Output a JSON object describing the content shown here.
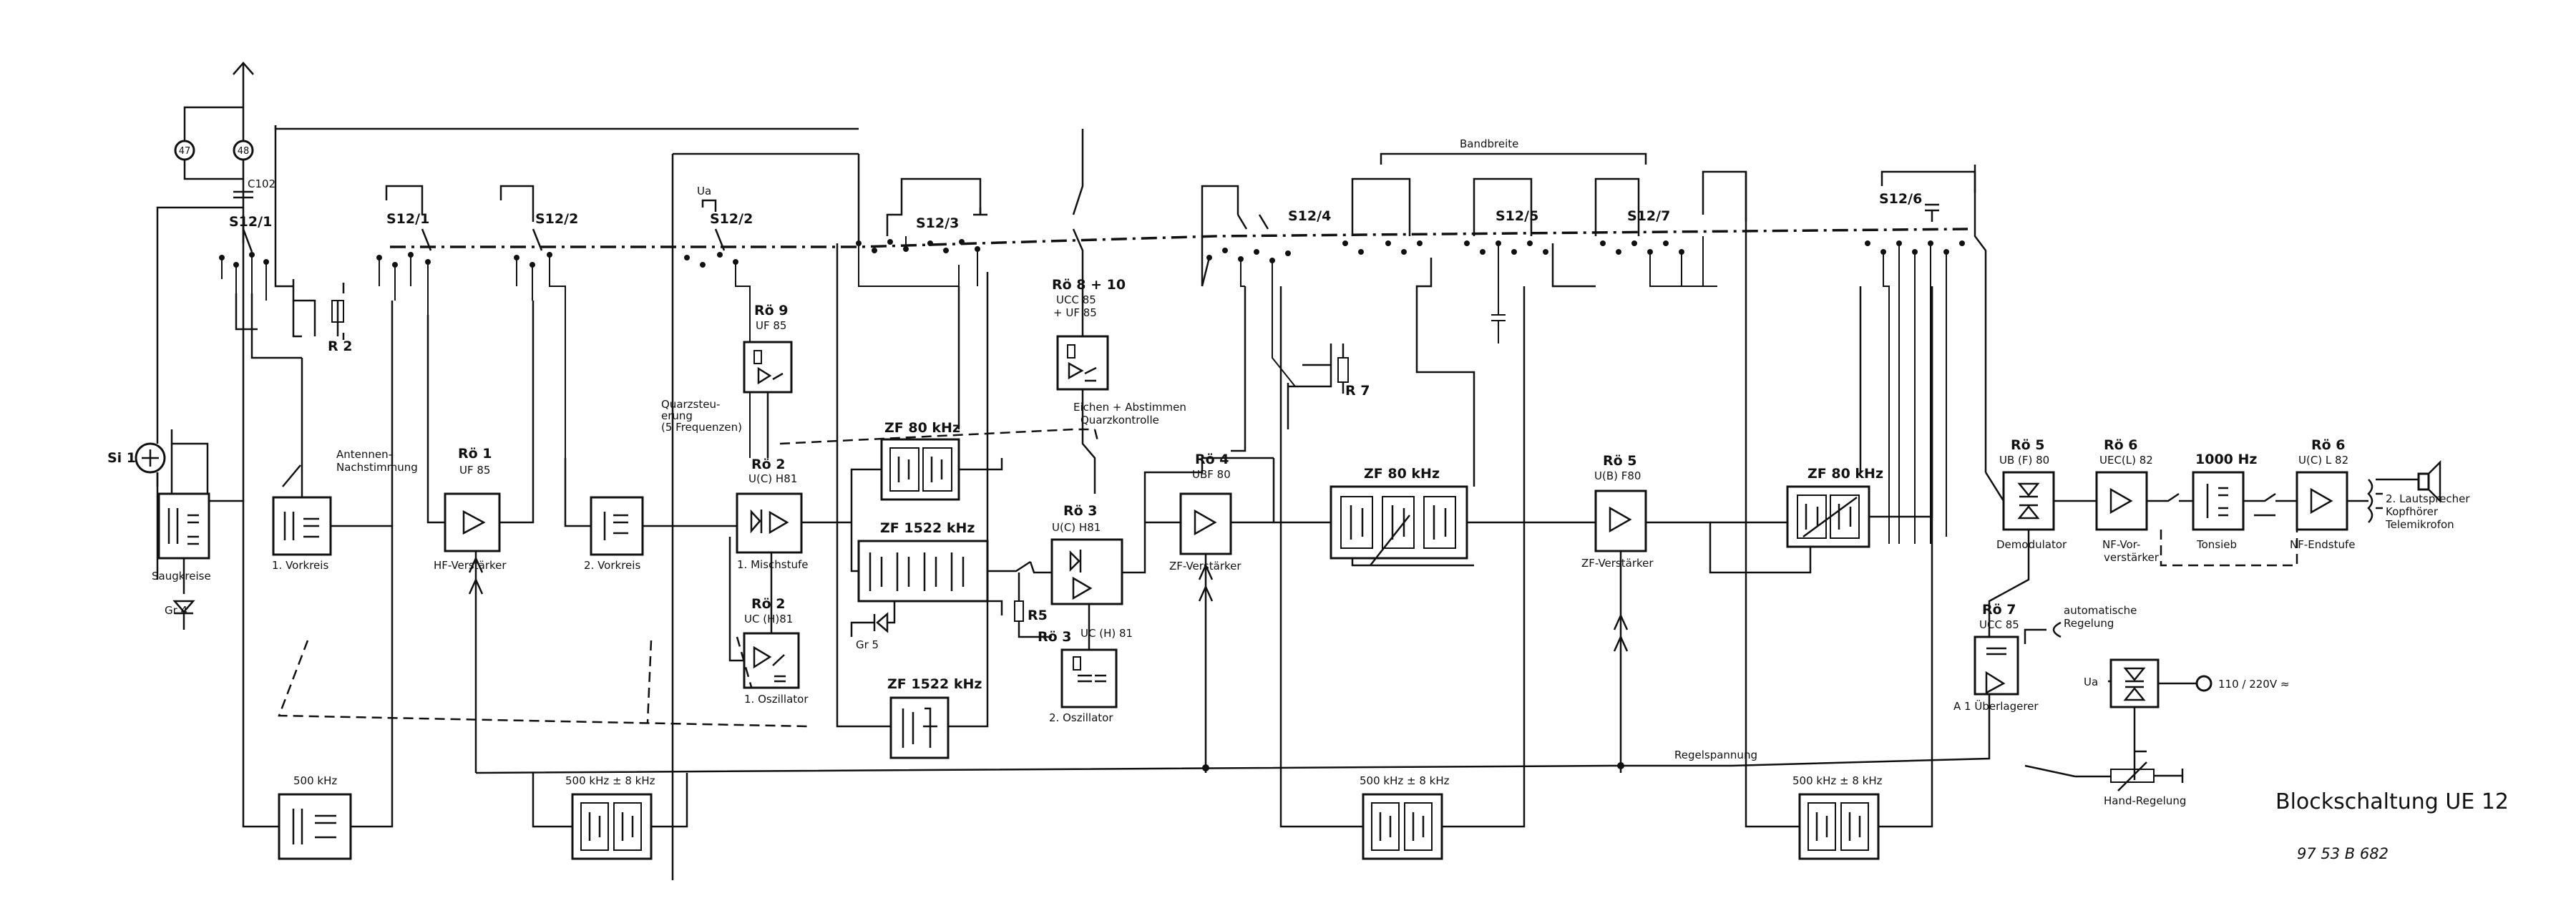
{
  "title": "Blockschaltung  UE 12",
  "drawing_number": "97 53  B  682",
  "switches": {
    "s12_1a": "S12/1",
    "s12_1b": "S12/1",
    "s12_2a": "S12/2",
    "s12_2b": "S12/2",
    "s12_3": "S12/3",
    "s12_4": "S12/4",
    "s12_5": "S12/5",
    "s12_7": "S12/7",
    "s12_6": "S12/6"
  },
  "labels": {
    "ua_top": "Ua",
    "ua_bottom": "Ua",
    "c102": "C102",
    "si1": "Si 1",
    "gr4": "Gr 4",
    "r2": "R 2",
    "r7": "R 7",
    "r5": "R5",
    "gr5": "Gr 5",
    "bandbreite": "Bandbreite",
    "regelspannung": "Regelspannung",
    "hand_regelung": "Hand-Regelung",
    "mains": "110 / 220V  ≈",
    "conn_47": "47",
    "conn_48": "48",
    "quarz_1": "Quarzsteu-",
    "quarz_2": "erung",
    "quarz_3": "(5 Frequenzen)",
    "eichen_1": "Eichen + Abstimmen",
    "eichen_2": "Quarzkontrolle",
    "automatic_1": "automatische",
    "automatic_2": "Regelung",
    "antenna_tune_1": "Antennen-",
    "antenna_tune_2": "Nachstimmung",
    "saugkreise": "Saugkreise"
  },
  "blocks": {
    "vorkreis1": {
      "label": "1. Vorkreis"
    },
    "roe1": {
      "tube": "Rö 1",
      "type": "UF 85",
      "label": "HF-Verstärker"
    },
    "vorkreis2": {
      "label": "2. Vorkreis"
    },
    "roe2_mix": {
      "tube": "Rö 2",
      "type": "U(C) H81",
      "label": "1. Mischstufe"
    },
    "roe2_osc": {
      "tube": "Rö 2",
      "type": "UC (H)81",
      "label": "1. Oszillator"
    },
    "roe9": {
      "tube": "Rö 9",
      "type": "UF 85"
    },
    "zf80_a": {
      "label": "ZF 80 kHz"
    },
    "zf1522_a": {
      "label": "ZF 1522 kHz"
    },
    "zf1522_b": {
      "label": "ZF 1522 kHz"
    },
    "roe8": {
      "tube": "Rö 8 + 10",
      "type_1": "UCC 85",
      "type_2": "+ UF 85"
    },
    "roe3_mix": {
      "tube": "Rö 3",
      "type": "U(C) H81"
    },
    "roe3_osc": {
      "tube": "Rö 3",
      "type": "UC (H) 81",
      "label": "2. Oszillator"
    },
    "roe4": {
      "tube": "Rö 4",
      "type": "UBF 80",
      "label": "ZF-Verstärker"
    },
    "zf80_b": {
      "label": "ZF 80 kHz"
    },
    "roe5_amp": {
      "tube": "Rö 5",
      "type": "U(B) F80",
      "label": "ZF-Verstärker"
    },
    "zf80_c": {
      "label": "ZF 80 kHz"
    },
    "roe5_demod": {
      "tube": "Rö 5",
      "type": "UB (F) 80",
      "label": "Demodulator"
    },
    "roe6_pre": {
      "tube": "Rö 6",
      "type": "UEC(L) 82",
      "label_1": "NF-Vor-",
      "label_2": "verstärker"
    },
    "tonsieb": {
      "freq": "1000 Hz",
      "label": "Tonsieb"
    },
    "roe6_end": {
      "tube": "Rö 6",
      "type": "U(C) L 82",
      "label": "NF-Endstufe"
    },
    "speaker": {
      "label_1": "2. Lautsprecher",
      "label_2": "Kopfhörer",
      "label_3": "Telemikrofon"
    },
    "roe7": {
      "tube": "Rö 7",
      "type": "UCC 85",
      "label": "A 1 Überlagerer"
    },
    "filter500": {
      "label": "500 kHz"
    },
    "filter500_8a": {
      "label": "500 kHz ± 8 kHz"
    },
    "filter500_8b": {
      "label": "500 kHz ± 8 kHz"
    },
    "filter500_8c": {
      "label": "500 kHz ± 8 kHz"
    }
  }
}
